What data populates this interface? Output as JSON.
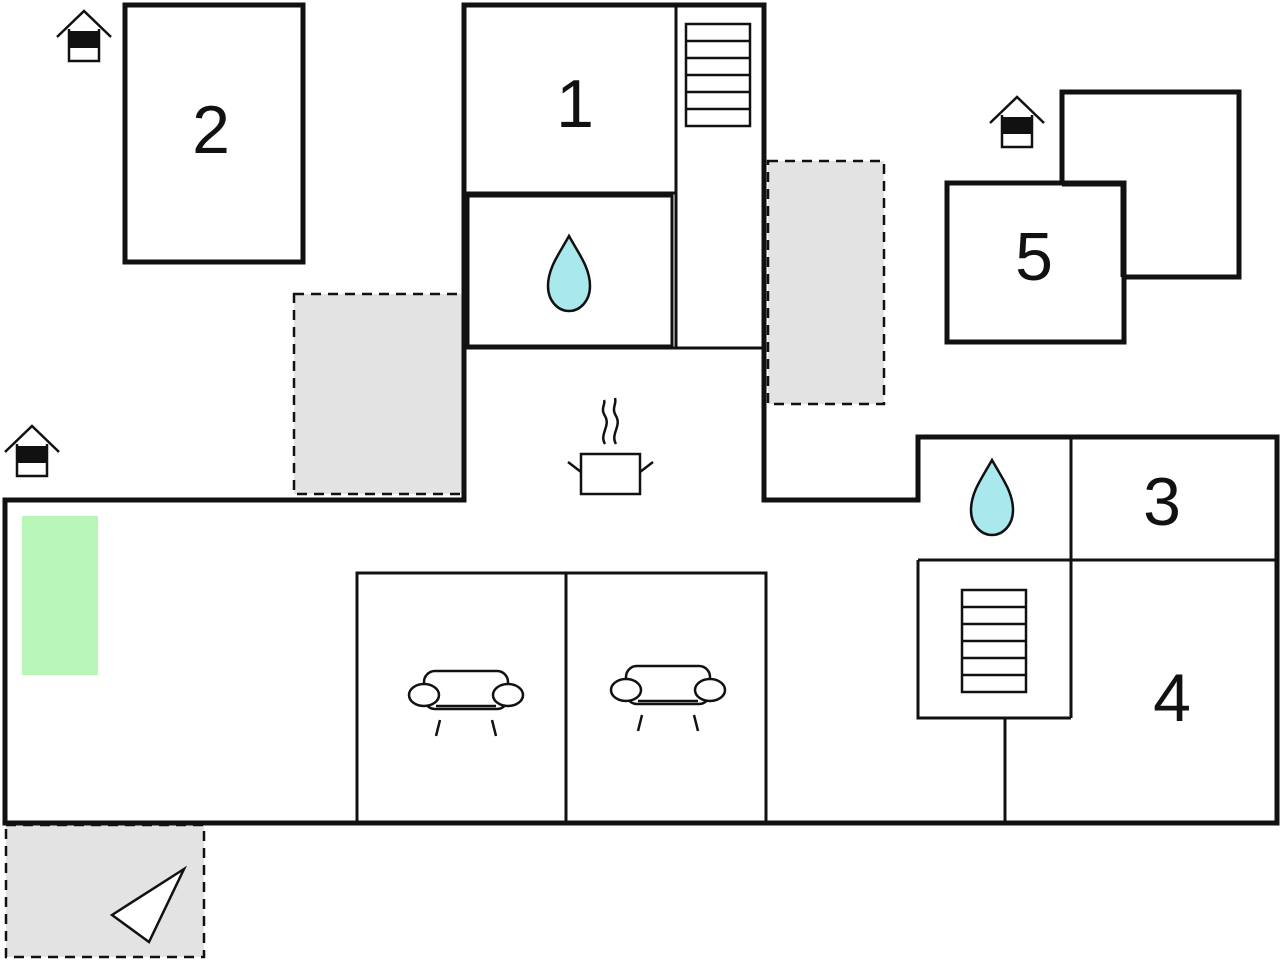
{
  "colors": {
    "terrace": "#e3e3e3",
    "lawn": "#b8f5b8",
    "water": "#a9e9ee",
    "line": "#111111"
  },
  "rooms": [
    {
      "id": "room-1",
      "label": "1",
      "icon": "bedroom"
    },
    {
      "id": "room-2",
      "label": "2",
      "icon": "bedroom"
    },
    {
      "id": "room-3",
      "label": "3",
      "icon": "bedroom"
    },
    {
      "id": "room-4",
      "label": "4",
      "icon": "bedroom"
    },
    {
      "id": "room-5",
      "label": "5",
      "icon": "bedroom"
    }
  ],
  "icons": [
    "house-entrance-icon",
    "water-drop-icon",
    "cooking-pot-icon",
    "sofa-icon",
    "staircase-icon",
    "compass-arrow-icon"
  ]
}
